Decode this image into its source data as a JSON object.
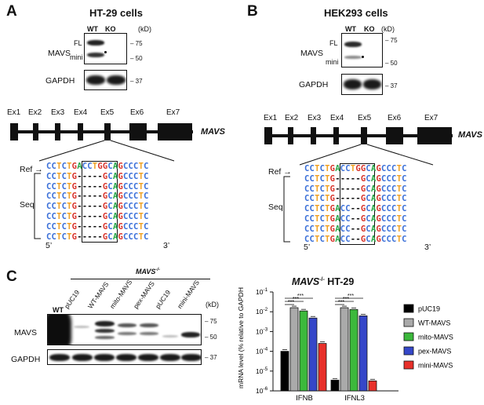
{
  "panelA": {
    "letter": "A",
    "title": "HT-29 cells",
    "lanes": [
      "WT",
      "KO"
    ],
    "unit": "(kD)",
    "protein1": "MAVS",
    "fl": "FL",
    "mini": "mini",
    "protein2": "GAPDH",
    "mw": [
      "75",
      "50",
      "37"
    ],
    "exons": [
      "Ex1",
      "Ex2",
      "Ex3",
      "Ex4",
      "Ex5",
      "Ex6",
      "Ex7"
    ],
    "gene": "MAVS",
    "ref_label": "Ref",
    "seq_label": "Seq",
    "five": "5’",
    "three": "3’"
  },
  "panelB": {
    "letter": "B",
    "title": "HEK293 cells",
    "lanes": [
      "WT",
      "KO"
    ],
    "unit": "(kD)",
    "protein1": "MAVS",
    "fl": "FL",
    "mini": "mini",
    "protein2": "GAPDH",
    "mw": [
      "75",
      "50",
      "37"
    ],
    "exons": [
      "Ex1",
      "Ex2",
      "Ex3",
      "Ex4",
      "Ex5",
      "Ex6",
      "Ex7"
    ],
    "gene": "MAVS",
    "ref_label": "Ref",
    "seq_label": "Seq",
    "five": "5’",
    "three": "3’"
  },
  "panelC": {
    "letter": "C",
    "group_label": "MAVS",
    "group_sup": "-/-",
    "lanes": [
      "WT",
      "pUC19",
      "WT-MAVS",
      "mito-MAVS",
      "pex-MAVS",
      "pUC19",
      "mini-MAVS"
    ],
    "unit": "(kD)",
    "protein1": "MAVS",
    "protein2": "GAPDH",
    "mw": [
      "75",
      "50",
      "37"
    ]
  },
  "chart_data": {
    "type": "bar",
    "title": "MAVS-/- HT-29",
    "title_main": "MAVS",
    "title_sup": "-/-",
    "title_rest": " HT-29",
    "ylabel": "mRNA level (% relative to GAPDH)",
    "yscale": "log",
    "ylim": [
      1e-06,
      0.1
    ],
    "ytick_exponents": [
      "-1",
      "-2",
      "-3",
      "-4",
      "-5",
      "-6"
    ],
    "ytick_base": "10",
    "categories": [
      "IFNB",
      "IFNL3"
    ],
    "series": [
      {
        "name": "pUC19",
        "color": "#000000",
        "values": [
          0.0001,
          3.5e-06
        ]
      },
      {
        "name": "WT-MAVS",
        "color": "#aaaaaa",
        "values": [
          0.016,
          0.016
        ]
      },
      {
        "name": "mito-MAVS",
        "color": "#3cb93c",
        "values": [
          0.011,
          0.013
        ]
      },
      {
        "name": "pex-MAVS",
        "color": "#3547c9",
        "values": [
          0.0048,
          0.0062
        ]
      },
      {
        "name": "mini-MAVS",
        "color": "#e8302a",
        "values": [
          0.00025,
          3.2e-06
        ]
      }
    ],
    "significance": "***",
    "legend_position": "right"
  }
}
